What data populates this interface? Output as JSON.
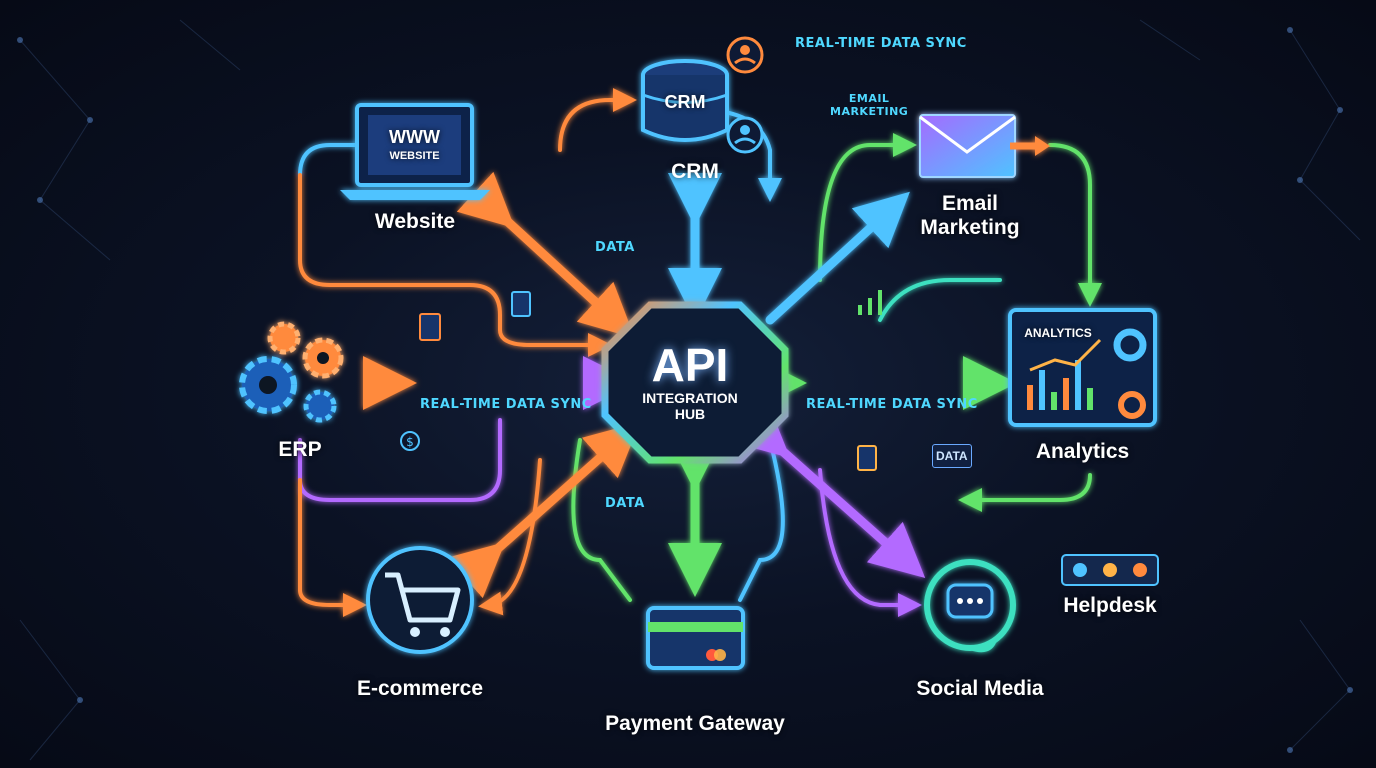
{
  "hub": {
    "title": "API",
    "subtitle_1": "INTEGRATION",
    "subtitle_2": "HUB"
  },
  "systems": {
    "crm": {
      "label": "CRM",
      "icon_text": "CRM"
    },
    "website": {
      "label": "Website",
      "icon_text_1": "WWW",
      "icon_text_2": "WEBSITE"
    },
    "email": {
      "label_1": "Email",
      "label_2": "Marketing"
    },
    "erp": {
      "label": "ERP"
    },
    "analytics": {
      "label": "Analytics",
      "icon_text": "ANALYTICS"
    },
    "ecommerce": {
      "label": "E-commerce"
    },
    "payment": {
      "label": "Payment Gateway"
    },
    "social": {
      "label": "Social Media"
    },
    "helpdesk": {
      "label": "Helpdesk"
    }
  },
  "annotations": {
    "sync_top": "REAL-TIME DATA SYNC",
    "sync_left": "REAL-TIME DATA SYNC",
    "sync_right": "REAL-TIME DATA SYNC",
    "email_marketing_1": "EMAIL",
    "email_marketing_2": "MARKETING",
    "data_upper_left": "DATA",
    "data_lower": "DATA",
    "doc_data": "DATA"
  },
  "colors": {
    "background": "#0b1224",
    "orange": "#ff8a3d",
    "blue": "#4fc3ff",
    "green": "#62e36b",
    "purple": "#b36bff",
    "teal": "#3de0c0"
  },
  "icons": [
    "database-icon",
    "user-icon",
    "laptop-icon",
    "envelope-icon",
    "gear-icon",
    "chart-icon",
    "cart-icon",
    "credit-card-icon",
    "headset-icon",
    "document-icon",
    "dollar-icon"
  ]
}
